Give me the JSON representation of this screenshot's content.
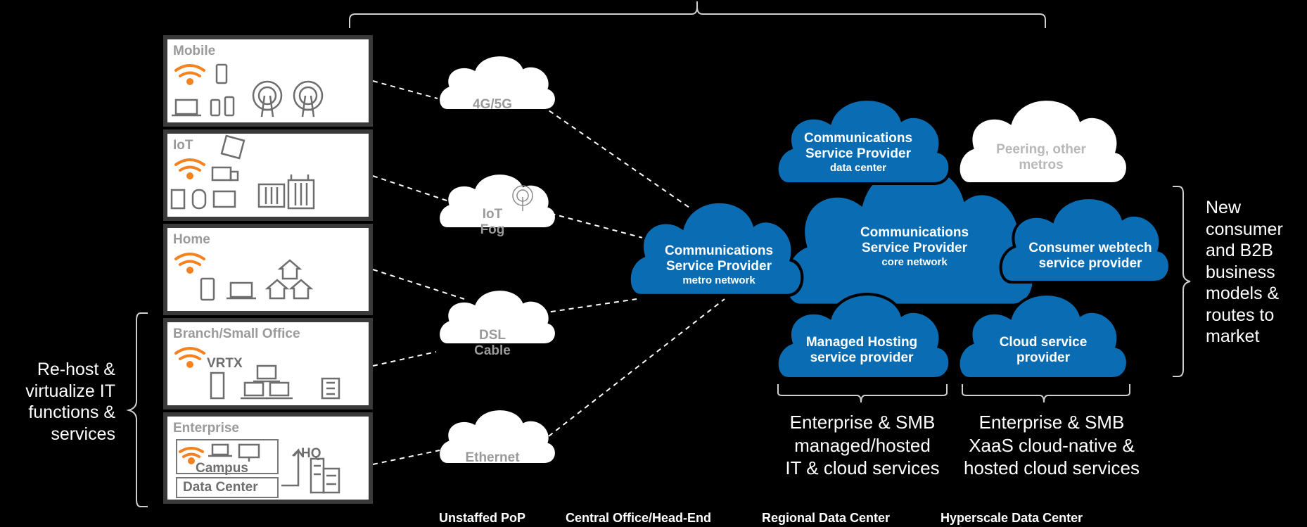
{
  "segments": [
    {
      "id": "mobile",
      "title": "Mobile"
    },
    {
      "id": "iot",
      "title": "IoT"
    },
    {
      "id": "home",
      "title": "Home"
    },
    {
      "id": "branch",
      "title": "Branch/Small Office",
      "extra": "VRTX"
    },
    {
      "id": "enterprise",
      "title": "Enterprise",
      "campus": "Campus",
      "datacenter": "Data Center",
      "hq": "HQ"
    }
  ],
  "access_clouds": [
    {
      "id": "4g5g",
      "lines": [
        "4G/5G"
      ]
    },
    {
      "id": "iotfog",
      "lines": [
        "IoT",
        "Fog"
      ]
    },
    {
      "id": "dsl",
      "lines": [
        "DSL",
        "Cable"
      ]
    },
    {
      "id": "ethernet",
      "lines": [
        "Ethernet"
      ]
    }
  ],
  "core_clouds": {
    "metro": {
      "l1": "Communications",
      "l2": "Service Provider",
      "sub": "metro network"
    },
    "core": {
      "l1": "Communications",
      "l2": "Service Provider",
      "sub": "core network"
    },
    "datacenter": {
      "l1": "Communications",
      "l2": "Service Provider",
      "sub": "data center"
    },
    "peering": {
      "l1": "Peering, other",
      "l2": "metros"
    },
    "consumer": {
      "l1": "Consumer webtech",
      "l2": "service provider"
    },
    "managed": {
      "l1": "Managed Hosting",
      "l2": "service provider"
    },
    "cloudsp": {
      "l1": "Cloud service",
      "l2": "provider"
    }
  },
  "left_note": [
    "Re-host &",
    "virtualize IT",
    "functions &",
    "services"
  ],
  "right_note": [
    "New",
    "consumer",
    "and B2B",
    "business",
    "models &",
    "routes to",
    "market"
  ],
  "bottom_notes": {
    "managed": [
      "Enterprise & SMB",
      "managed/hosted",
      "IT & cloud services"
    ],
    "cloud": [
      "Enterprise & SMB",
      "XaaS cloud-native &",
      "hosted cloud services"
    ]
  },
  "tiers": [
    "Unstaffed PoP",
    "Central Office/Head-End",
    "Regional Data Center",
    "Hyperscale Data Center"
  ],
  "colors": {
    "accent_orange": "#f5821f",
    "cloud_blue": "#0a6db3",
    "cloud_white": "#ffffff",
    "icon_gray": "#6e6e6e",
    "text_gray": "#9a9a9a"
  }
}
